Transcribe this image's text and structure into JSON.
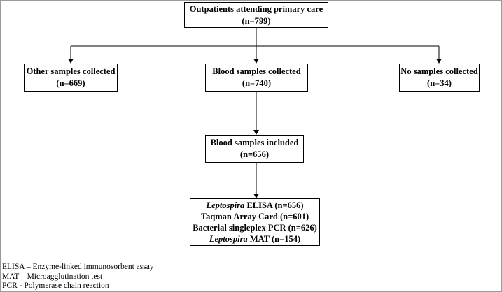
{
  "nodes": {
    "outpatients": {
      "label": "Outpatients attending primary care",
      "count": "(n=799)"
    },
    "other_samples": {
      "label": "Other samples collected",
      "count": "(n=669)"
    },
    "blood_samples": {
      "label": "Blood samples collected",
      "count": "(n=740)"
    },
    "no_samples": {
      "label": "No samples collected",
      "count": "(n=34)"
    },
    "blood_included": {
      "label": "Blood samples included",
      "count": "(n=656)"
    },
    "tests": {
      "line1_italic": "Leptospira",
      "line1_rest": " ELISA (n=656)",
      "line2": "Taqman Array Card (n=601)",
      "line3": "Bacterial singleplex PCR (n=626)",
      "line4_italic": "Leptospira",
      "line4_rest": " MAT (n=154)"
    }
  },
  "legend": [
    "ELISA – Enzyme-linked immunosorbent assay",
    "MAT – Microagglutination test",
    "PCR - Polymerase chain reaction"
  ]
}
